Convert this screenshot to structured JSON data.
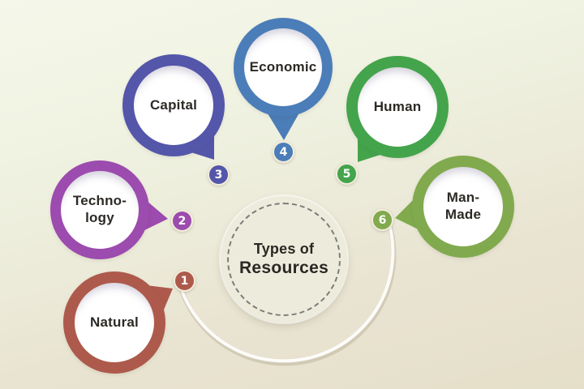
{
  "diagram": {
    "title": {
      "line1": "Types of",
      "line2": "Resources"
    },
    "bubbles": [
      {
        "label": "Natural",
        "badge": "1",
        "color": "#ad5a4c"
      },
      {
        "label": "Techno-\nlogy",
        "badge": "2",
        "color": "#9c4bae"
      },
      {
        "label": "Capital",
        "badge": "3",
        "color": "#5456aa"
      },
      {
        "label": "Economic",
        "badge": "4",
        "color": "#4b7db8"
      },
      {
        "label": "Human",
        "badge": "5",
        "color": "#44a44c"
      },
      {
        "label": "Man-\nMade",
        "badge": "6",
        "color": "#81aa4e"
      }
    ],
    "decor": {
      "arc_color": "#ffffff",
      "arc_shadow_color": "rgba(150,140,110,0.28)",
      "text_color": "#2d2a26",
      "badge_text_color": "#ffffff",
      "badge_border_color": "#f3edda",
      "center_fill": "#edebdc",
      "dash_color": "#525252",
      "background_top": "#f5f7ea",
      "background_bottom": "#e5dfc9"
    }
  }
}
